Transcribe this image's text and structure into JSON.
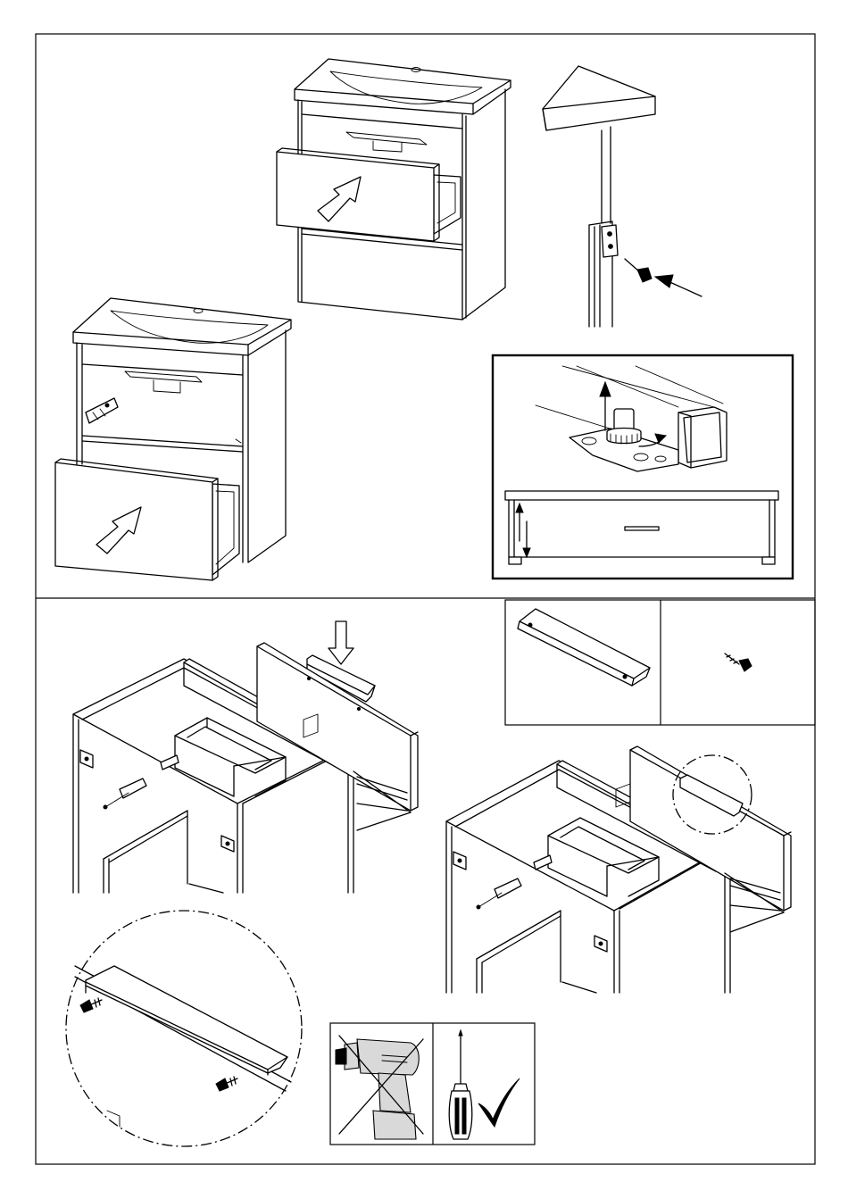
{
  "document": {
    "type": "assembly-instructions",
    "steps": [
      {
        "id": "drawer-insertion",
        "icons": [
          "push-arrow-icon",
          "push-arrow-icon"
        ]
      },
      {
        "id": "drawer-adjustment",
        "icons": [
          "fixing-screw-icon",
          "adjust-arrow-icon",
          "rotate-arrow-icon",
          "height-arrow-icon"
        ]
      },
      {
        "id": "handle-installation",
        "icons": [
          "down-arrow-icon",
          "handle-profile-icon",
          "screw-icon",
          "zoom-detail-icon"
        ]
      },
      {
        "id": "tool-guidance",
        "icons": [
          "drill-crossed-icon",
          "screwdriver-icon",
          "checkmark-icon"
        ]
      }
    ]
  }
}
